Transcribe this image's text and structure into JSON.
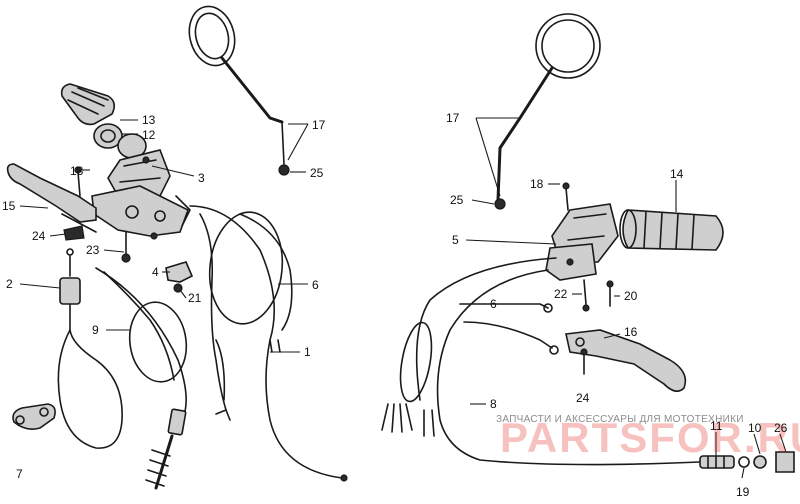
{
  "watermark": {
    "caption": "ЗАПЧАСТИ И АКСЕССУАРЫ ДЛЯ МОТОТЕХНИКИ",
    "logo": "PARTSFOR.RU"
  },
  "callouts": {
    "c1": "1",
    "c2": "2",
    "c3": "3",
    "c4": "4",
    "c5": "5",
    "c6a": "6",
    "c6b": "6",
    "c7": "7",
    "c8": "8",
    "c9": "9",
    "c10": "10",
    "c11": "11",
    "c12": "12",
    "c13": "13",
    "c14": "14",
    "c15": "15",
    "c16": "16",
    "c17a": "17",
    "c17b": "17",
    "c18a": "18",
    "c18b": "18",
    "c19": "19",
    "c20": "20",
    "c21": "21",
    "c22": "22",
    "c23": "23",
    "c24a": "24",
    "c24b": "24",
    "c25a": "25",
    "c25b": "25",
    "c26": "26"
  }
}
